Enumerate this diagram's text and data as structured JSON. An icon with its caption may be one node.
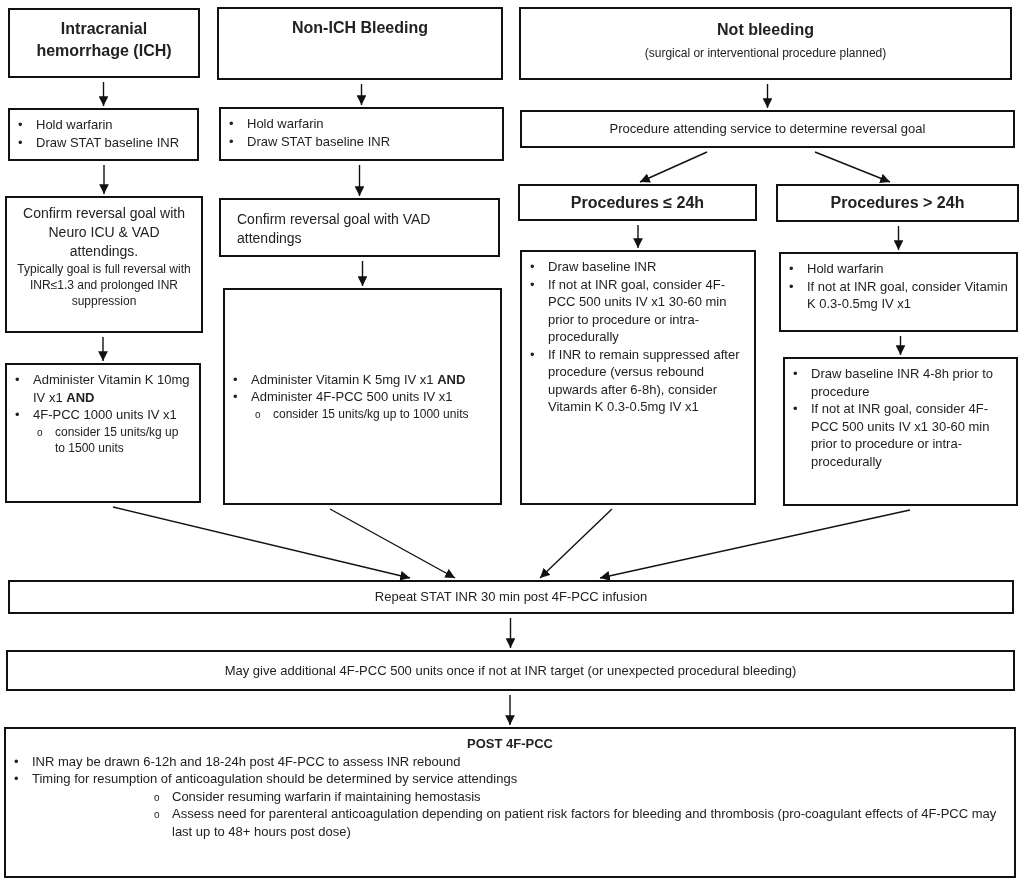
{
  "diagram": {
    "nodes": [
      {
        "text": [
          "Intracranial hemorrhage (ICH)"
        ]
      },
      {
        "text": [
          "Non-ICH Bleeding"
        ]
      },
      {
        "text": [
          "Not bleeding",
          "(surgical or interventional procedure planned)"
        ]
      },
      {
        "text": [
          "• Hold warfarin",
          "• Draw STAT baseline INR"
        ]
      },
      {
        "text": [
          "• Hold warfarin",
          "• Draw STAT baseline INR"
        ]
      },
      {
        "text": [
          "Procedure attending service to determine reversal goal"
        ]
      },
      {
        "text": [
          "Confirm reversal goal with Neuro ICU & VAD attendings.",
          "Typically goal is full reversal with INR≤1.3 and prolonged INR suppression"
        ]
      },
      {
        "text": [
          "Confirm reversal goal with VAD attendings"
        ]
      },
      {
        "text": [
          "Procedures ≤ 24h"
        ]
      },
      {
        "text": [
          "Procedures > 24h"
        ]
      },
      {
        "text": [
          "• Administer Vitamin K 10mg IV x1 **AND**",
          "• 4F-PCC 1000 units IV x1",
          "o consider 15 units/kg up to 1500 units"
        ]
      },
      {
        "text": [
          "• Administer Vitamin K 5mg IV x1 **AND**",
          "• Administer 4F-PCC 500 units IV x1",
          "o consider 15 units/kg up to 1000 units"
        ]
      },
      {
        "text": [
          "• Draw baseline INR",
          "• If not at INR goal, consider 4F-PCC 500 units IV x1 30-60 min prior to procedure or intra-procedurally",
          "• If INR to remain suppressed after procedure (versus rebound upwards after 6-8h), consider Vitamin K 0.3-0.5mg IV x1"
        ]
      },
      {
        "text": [
          "• Hold warfarin",
          "• If not at INR goal, consider Vitamin K 0.3-0.5mg IV x1"
        ]
      },
      {
        "text": [
          "• Draw baseline INR 4-8h prior to procedure",
          "• If not at INR goal, consider 4F-PCC 500 units IV x1 30-60 min prior to procedure or intra-procedurally"
        ]
      },
      {
        "text": [
          "Repeat STAT INR 30 min post 4F-PCC infusion"
        ]
      },
      {
        "text": [
          "May give additional 4F-PCC 500 units once if not at INR target (or unexpected procedural bleeding)"
        ]
      },
      {
        "text": [
          "POST 4F-PCC",
          "• INR may be drawn 6-12h and 18-24h post 4F-PCC to assess INR rebound",
          "• Timing for resumption of anticoagulation should be determined by service attendings",
          "o Consider resuming warfarin if maintaining hemostasis",
          "o Assess need for parenteral anticoagulation depending on patient risk factors for bleeding and thrombosis (pro-coagulant effects of 4F-PCC may last up to 48+ hours post dose)"
        ]
      }
    ],
    "edges": [
      {
        "from": 0,
        "to": 3,
        "arrow": "to"
      },
      {
        "from": 3,
        "to": 6,
        "arrow": "to"
      },
      {
        "from": 6,
        "to": 10,
        "arrow": "to"
      },
      {
        "from": 1,
        "to": 4,
        "arrow": "to"
      },
      {
        "from": 4,
        "to": 7,
        "arrow": "to"
      },
      {
        "from": 7,
        "to": 11,
        "arrow": "to"
      },
      {
        "from": 2,
        "to": 5,
        "arrow": "to"
      },
      {
        "from": 5,
        "to": 8,
        "arrow": "to"
      },
      {
        "from": 5,
        "to": 9,
        "arrow": "to"
      },
      {
        "from": 8,
        "to": 12,
        "arrow": "to"
      },
      {
        "from": 9,
        "to": 13,
        "arrow": "to"
      },
      {
        "from": 13,
        "to": 14,
        "arrow": "to"
      },
      {
        "from": 10,
        "to": 15,
        "arrow": "to"
      },
      {
        "from": 11,
        "to": 15,
        "arrow": "to"
      },
      {
        "from": 12,
        "to": 15,
        "arrow": "to"
      },
      {
        "from": 14,
        "to": 15,
        "arrow": "to"
      },
      {
        "from": 15,
        "to": 16,
        "arrow": "to"
      },
      {
        "from": 16,
        "to": 17,
        "arrow": "to"
      }
    ]
  }
}
